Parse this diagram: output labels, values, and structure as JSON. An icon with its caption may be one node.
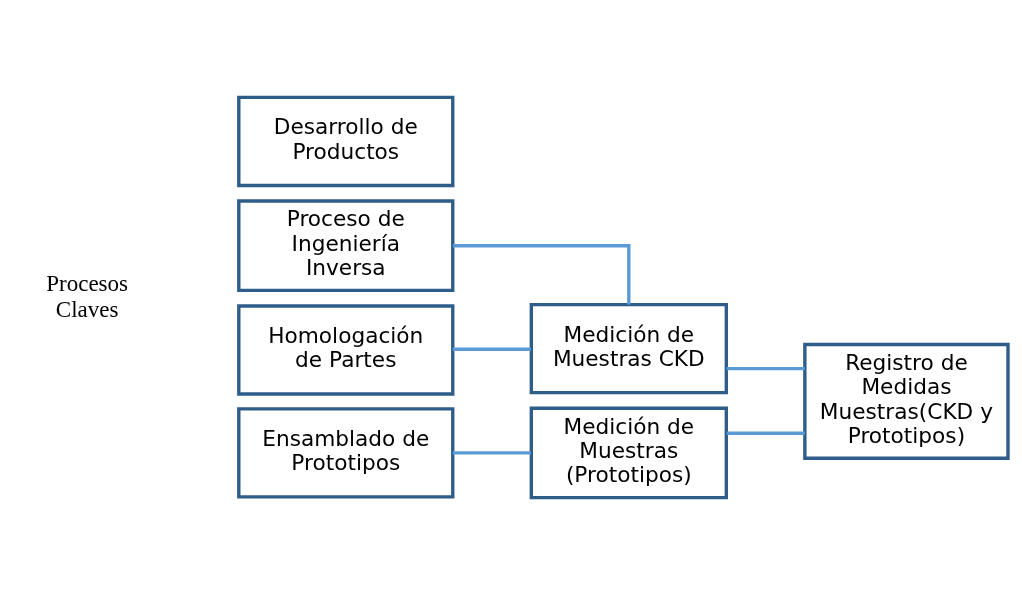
{
  "diagram": {
    "nodes": [
      {
        "text": [
          "Desarrollo de Productos"
        ]
      },
      {
        "text": [
          "Proceso de Ingeniería Inversa"
        ]
      },
      {
        "text": [
          "Homologación de Partes"
        ]
      },
      {
        "text": [
          "Ensamblado de Prototipos"
        ]
      },
      {
        "text": [
          "Medición de Muestras CKD"
        ]
      },
      {
        "text": [
          "Medición de Muestras (Prototipos)"
        ]
      },
      {
        "text": [
          "Registro de Medidas Muestras(CKD y Prototipos)"
        ]
      }
    ],
    "edges": [
      {
        "from": 1,
        "to": 4,
        "arrow": "none"
      },
      {
        "from": 2,
        "to": 4,
        "arrow": "none"
      },
      {
        "from": 3,
        "to": 5,
        "arrow": "none"
      },
      {
        "from": 4,
        "to": 6,
        "arrow": "none"
      },
      {
        "from": 5,
        "to": 6,
        "arrow": "none"
      }
    ],
    "labels": [
      "Procesos Claves"
    ]
  }
}
